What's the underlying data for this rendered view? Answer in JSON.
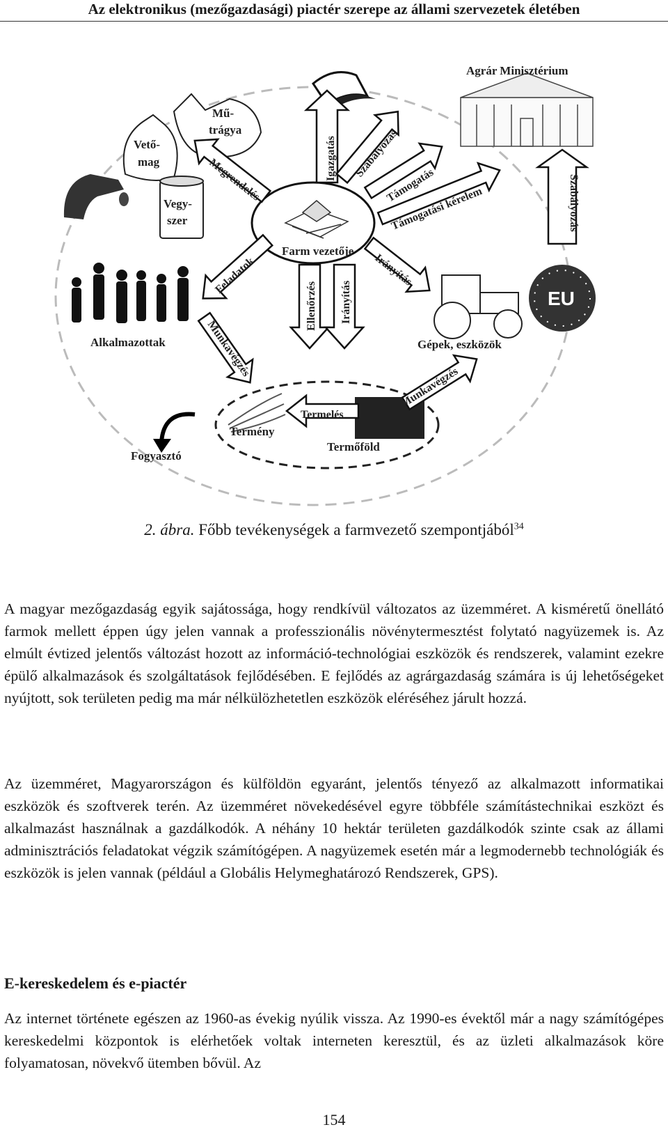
{
  "header": {
    "title": "Az elektronikus (mezőgazdasági) piactér szerepe az állami szervezetek életében"
  },
  "figure": {
    "labels": {
      "ministry": "Agrár Minisztérium",
      "seed": [
        "Vető-",
        "mag"
      ],
      "fertilizer": [
        "Mű-",
        "trágya"
      ],
      "chemical": [
        "Vegy-",
        "szer"
      ],
      "farm_manager": "Farm vezetője",
      "employees": "Alkalmazottak",
      "machines": "Gépek, eszközök",
      "eu": "EU",
      "crop": "Termény",
      "soil": "Termőföld",
      "consumer": "Fogyasztó"
    },
    "arrows": {
      "order": "Megrendelés",
      "admin": "Igazgatás",
      "regulation1": "Szabályozás",
      "subsidy": "Támogatás",
      "subsidy_request": "Támogatási kérelem",
      "regulation2": "Szabályozás",
      "tasks": "Feladatok",
      "control": "Ellenőrzés",
      "direction1": "Irányítás",
      "direction2": "Irányítás",
      "work1": "Munkavégzés",
      "work2": "Munkavégzés",
      "production": "Termelés"
    }
  },
  "caption": {
    "number": "2. ábra.",
    "text": "Főbb tevékenységek a farmvezető szempontjából",
    "footnote": "34"
  },
  "body": {
    "paragraph_1": "A magyar mezőgazdaság egyik sajátossága, hogy rendkívül változatos az üzemméret. A kisméretű önellátó farmok mellett éppen úgy jelen vannak a professzionális növénytermesztést folytató nagyüzemek is. Az elmúlt évtized jelentős változást hozott az információ-technológiai eszközök és rendszerek, valamint ezekre épülő alkalmazások és szolgáltatások fejlődésében. E fejlődés az agrárgazdaság számára is új lehetőségeket nyújtott, sok területen pedig ma már nélkülözhetetlen eszközök eléréséhez járult hozzá.",
    "paragraph_2": "Az üzemméret, Magyarországon és külföldön egyaránt, jelentős tényező az alkalmazott informatikai eszközök és szoftverek terén. Az üzemméret növekedésével egyre többféle számítástechnikai eszközt és alkalmazást használnak a gazdálkodók. A néhány 10 hektár területen gazdálkodók szinte csak az állami adminisztrációs feladatokat végzik számítógépen. A nagyüzemek esetén már a legmodernebb technológiák és eszközök is jelen vannak (például a Globális Helymeghatározó Rendszerek, GPS).",
    "section_heading": "E-kereskedelem és e-piactér",
    "paragraph_3": "Az internet története egészen az 1960-as évekig nyúlik vissza. Az 1990-es évektől már a nagy számítógépes kereskedelmi központok is elérhetőek voltak interneten keresztül, és az üzleti alkalmazások köre folyamatosan, növekvő ütemben bővül. Az"
  },
  "footer": {
    "page_number": "154"
  }
}
